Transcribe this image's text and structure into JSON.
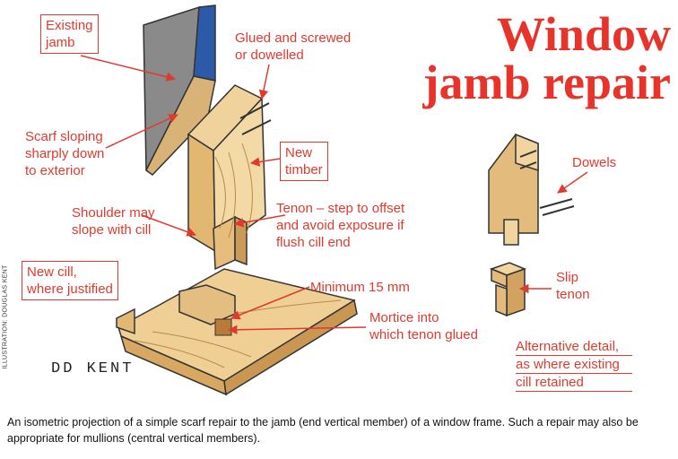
{
  "title": {
    "line1": "Window",
    "line2": "jamb repair"
  },
  "labels": {
    "existing_jamb": [
      "Existing",
      "jamb"
    ],
    "glued": [
      "Glued and screwed",
      "or dowelled"
    ],
    "scarf": [
      "Scarf sloping",
      "sharply down",
      "to exterior"
    ],
    "new_timber": [
      "New",
      "timber"
    ],
    "shoulder": [
      "Shoulder may",
      "slope with cill"
    ],
    "tenon": [
      "Tenon – step to offset",
      "and avoid exposure if",
      "flush cill end"
    ],
    "new_cill": [
      "New cill,",
      "where justified"
    ],
    "minimum": "Minimum 15 mm",
    "mortice": [
      "Mortice into",
      "which tenon glued"
    ],
    "dowels": "Dowels",
    "slip_tenon": [
      "Slip",
      "tenon"
    ],
    "alternative": [
      "Alternative detail,",
      "as where existing",
      "cill retained"
    ]
  },
  "signature": "DD KENT",
  "credit": "ILLUSTRATION: DOUGLAS KENT",
  "caption": "An isometric projection of a simple scarf repair to the jamb (end vertical member) of a window frame. Such a repair may also be appropriate for mullions (central vertical members).",
  "colors": {
    "accent": "#e03a2e",
    "wood": "#e6c48c",
    "wood_dark": "#c49252",
    "existing": "#7a7a7a",
    "blue": "#1f4e9c"
  }
}
